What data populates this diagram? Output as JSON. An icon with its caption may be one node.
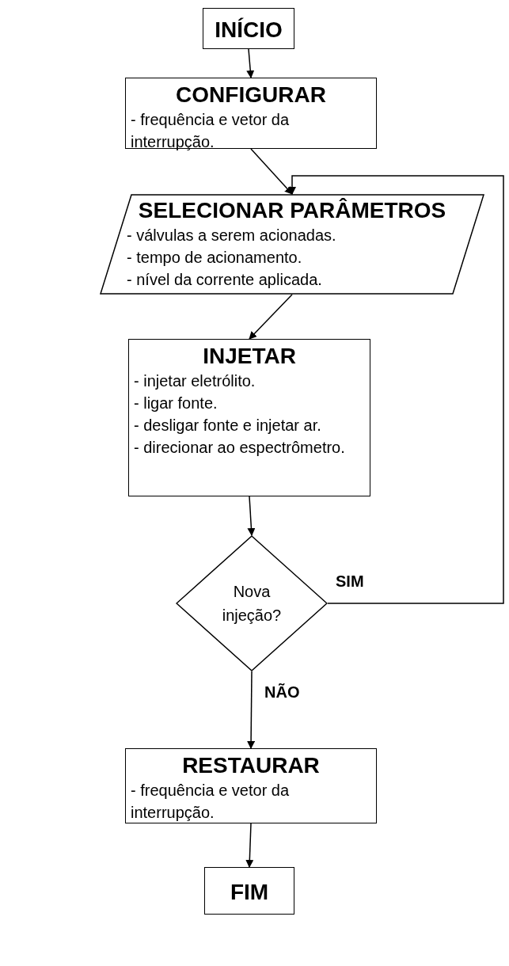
{
  "diagram": {
    "nodes": [
      {
        "text": [
          "INÍCIO"
        ]
      },
      {
        "text": [
          "CONFIGURAR",
          "- frequência e vetor da interrupção."
        ]
      },
      {
        "text": [
          "SELECIONAR PARÂMETROS",
          "- válvulas a serem acionadas.",
          "- tempo de acionamento.",
          "- nível da corrente aplicada."
        ]
      },
      {
        "text": [
          "INJETAR",
          "- injetar eletrólito.",
          "- ligar fonte.",
          "- desligar fonte e injetar ar.",
          "- direcionar ao espectrômetro."
        ]
      },
      {
        "text": [
          "Nova injeção?"
        ]
      },
      {
        "text": [
          "RESTAURAR",
          "- frequência e vetor da interrupção."
        ]
      },
      {
        "text": [
          "FIM"
        ]
      }
    ],
    "edges": [
      {
        "from": 0,
        "to": 1,
        "arrow": "to"
      },
      {
        "from": 1,
        "to": 2,
        "arrow": "to"
      },
      {
        "from": 2,
        "to": 3,
        "arrow": "to"
      },
      {
        "from": 3,
        "to": 4,
        "arrow": "to"
      },
      {
        "from": 4,
        "to": 2,
        "arrow": "to",
        "label": "SIM"
      },
      {
        "from": 4,
        "to": 5,
        "arrow": "to",
        "label": "NÃO"
      },
      {
        "from": 5,
        "to": 6,
        "arrow": "to"
      }
    ]
  }
}
